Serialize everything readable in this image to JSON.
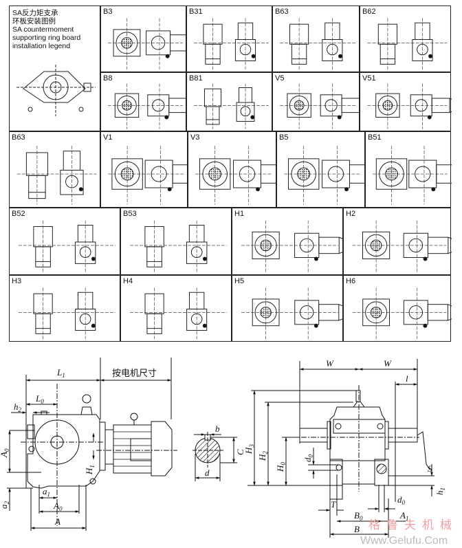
{
  "legend": {
    "line1": "SA反力矩支承",
    "line2": "环板安装图例",
    "line3": "SA countermoment",
    "line4": "supporting ring board",
    "line5": "installation legend"
  },
  "cells": [
    {
      "label": "B3",
      "variant": "h"
    },
    {
      "label": "B31",
      "variant": "v"
    },
    {
      "label": "B63",
      "variant": "v"
    },
    {
      "label": "B62",
      "variant": "v"
    },
    {
      "label": "B8",
      "variant": "h"
    },
    {
      "label": "B81",
      "variant": "v"
    },
    {
      "label": "V5",
      "variant": "h"
    },
    {
      "label": "V51",
      "variant": "h"
    },
    {
      "label": "B63",
      "variant": "v"
    },
    {
      "label": "V1",
      "variant": "h"
    },
    {
      "label": "V3",
      "variant": "h"
    },
    {
      "label": "B5",
      "variant": "h"
    },
    {
      "label": "B51",
      "variant": "h"
    },
    {
      "label": "B52",
      "variant": "v"
    },
    {
      "label": "B53",
      "variant": "v"
    },
    {
      "label": "H1",
      "variant": "h"
    },
    {
      "label": "H2",
      "variant": "h"
    },
    {
      "label": "H3",
      "variant": "v"
    },
    {
      "label": "H4",
      "variant": "v"
    },
    {
      "label": "H5",
      "variant": "h"
    },
    {
      "label": "H6",
      "variant": "h"
    }
  ],
  "dimensions": {
    "L1": "L",
    "L1_sub": "1",
    "motor_size": "按电机尺寸",
    "L0": "L",
    "L0_sub": "0",
    "h2": "h",
    "h2_sub": "2",
    "A0": "A",
    "A0_sub": "0",
    "a2": "a",
    "a2_sub": "2",
    "a1": "a",
    "a1_sub": "1",
    "A0b": "A",
    "A0b_sub": "0",
    "A": "A",
    "H1": "H",
    "H1_sub": "1",
    "b": "b",
    "C": "C",
    "d": "d",
    "W1": "W",
    "W2": "W",
    "l": "l",
    "H3": "H",
    "H3_sub": "3",
    "H2": "H",
    "H2_sub": "2",
    "H0": "H",
    "H0_sub": "0",
    "d0": "d",
    "d0_sub": "0",
    "S": "S",
    "h1": "h",
    "h1_sub": "1",
    "T": "T",
    "d0b": "d",
    "d0b_sub": "0",
    "B0": "B",
    "B0_sub": "0",
    "A1": "A",
    "A1_sub": "1",
    "B": "B"
  },
  "watermark": {
    "cn": "格鲁夫机械",
    "url": "Www.Gelufu.Com"
  }
}
